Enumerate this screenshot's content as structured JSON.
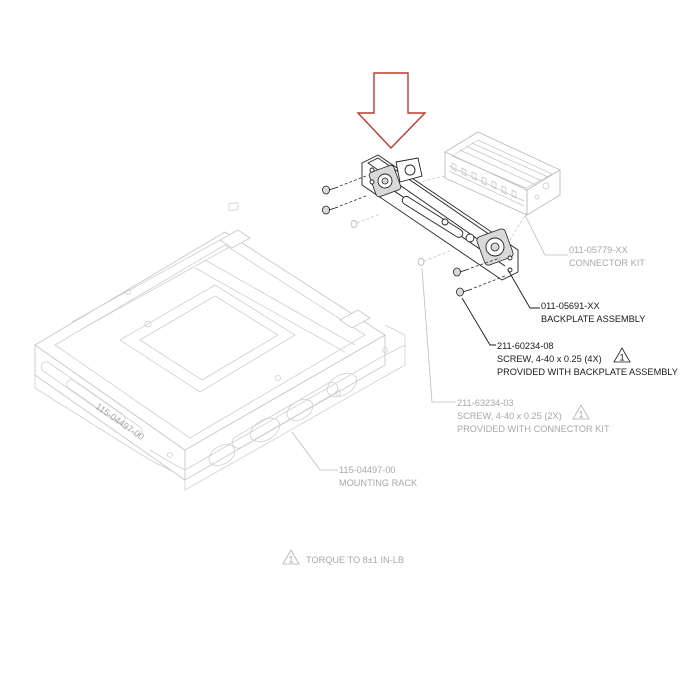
{
  "callouts": {
    "connector_kit": {
      "part_number": "011-05779-XX",
      "description": "CONNECTOR KIT"
    },
    "backplate": {
      "part_number": "011-05691-XX",
      "description": "BACKPLATE ASSEMBLY"
    },
    "screw_backplate": {
      "part_number": "211-60234-08",
      "description": "SCREW, 4-40 x 0.25 (4X)",
      "note_symbol": "1",
      "note": "PROVIDED WITH BACKPLATE ASSEMBLY"
    },
    "screw_kit": {
      "part_number": "211-63234-03",
      "description": "SCREW, 4-40 x 0.25 (2X)",
      "note_symbol": "1",
      "note": "PROVIDED WITH CONNECTOR KIT"
    },
    "mounting_rack": {
      "part_number": "115-04497-00",
      "description": "MOUNTING RACK"
    }
  },
  "footnote": {
    "symbol": "1",
    "text": "TORQUE TO 8±1 IN-LB"
  },
  "rack_marking": "115-04497-00",
  "colors": {
    "arrow": "#c0392b",
    "active": "#1a1a1a",
    "faded": "#a8a8a8"
  }
}
